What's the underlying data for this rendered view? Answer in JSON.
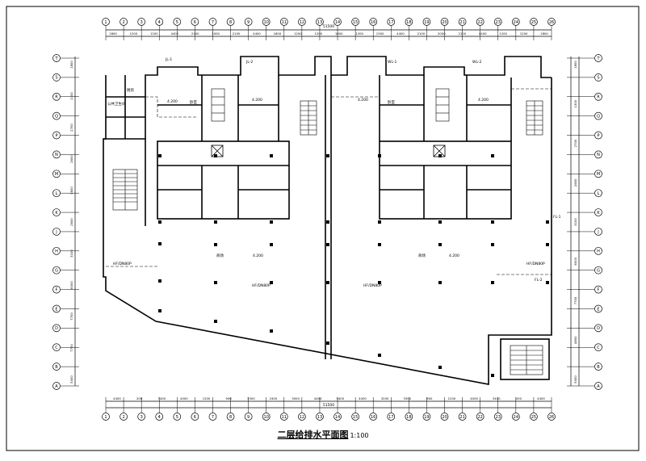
{
  "drawing": {
    "title": "二层给排水平面图",
    "scale": "1:100"
  },
  "grid": {
    "top_bubbles": [
      "1",
      "2",
      "3",
      "4",
      "5",
      "6",
      "7",
      "8",
      "9",
      "10",
      "11",
      "12",
      "13",
      "14",
      "15",
      "16",
      "17",
      "18",
      "19",
      "20",
      "21",
      "22",
      "23",
      "24",
      "25",
      "26"
    ],
    "bottom_bubbles": [
      "1",
      "2",
      "3",
      "4",
      "5",
      "6",
      "7",
      "8",
      "9",
      "10",
      "11",
      "12",
      "13",
      "14",
      "15",
      "16",
      "17",
      "18",
      "19",
      "20",
      "21",
      "22",
      "23",
      "24",
      "25",
      "26"
    ],
    "left_bubbles": [
      "T",
      "S",
      "R",
      "Q",
      "P",
      "N",
      "M",
      "L",
      "K",
      "J",
      "H",
      "G",
      "F",
      "E",
      "D",
      "C",
      "B",
      "A"
    ],
    "right_bubbles": [
      "T",
      "S",
      "R",
      "Q",
      "P",
      "N",
      "M",
      "L",
      "K",
      "J",
      "H",
      "G",
      "F",
      "E",
      "D",
      "C",
      "B",
      "A"
    ],
    "top_dims": [
      "1800",
      "1200",
      "1200",
      "4400",
      "2100",
      "2000",
      "2100",
      "4400",
      "1800",
      "1200",
      "1200",
      "1800",
      "1200",
      "1300",
      "4400",
      "2100",
      "2000",
      "2100",
      "4400",
      "1200",
      "1200",
      "1800"
    ],
    "top_total": "51500",
    "bottom_total": "51500",
    "bottom_dims": [
      "4400",
      "200",
      "3400",
      "4000",
      "1200",
      "900",
      "3300",
      "2400",
      "3000",
      "4400",
      "5400",
      "4400",
      "3200",
      "3300",
      "900",
      "1200",
      "4000",
      "3400",
      "200",
      "4400"
    ],
    "left_dims": [
      "1800",
      "1300",
      "2700",
      "2600",
      "1600",
      "2600",
      "3100",
      "6000",
      "7700",
      "7700",
      "5000"
    ],
    "right_dims": [
      "1800",
      "1300",
      "2700",
      "2600",
      "3100",
      "6000",
      "7700",
      "4800",
      "5000"
    ]
  },
  "labels": {
    "kitchen_room": "厨房",
    "left_room": "卧室",
    "right_room": "卧室",
    "big_hall_left": "商场",
    "big_hall_right": "商场",
    "public_toilet": "公共卫生间",
    "riser_jl1": "JL-1",
    "riser_jl2": "JL-2",
    "riser_wl1": "WL-1",
    "riser_wl2": "WL-2",
    "riser_fl1": "FL-1",
    "riser_fl2": "FL-2",
    "elev_4200a": "4.200",
    "elev_4200b": "4.200",
    "elev_4200c": "4.200",
    "elev_4200d": "4.200",
    "elev_4200e": "4.200",
    "elev_4200f": "4.200",
    "pipe_note_1": "HF/DN80P",
    "pipe_note_2": "HF/DN80P",
    "pipe_note_3": "HF/DN80P",
    "pipe_note_4": "HF/DN80P"
  }
}
